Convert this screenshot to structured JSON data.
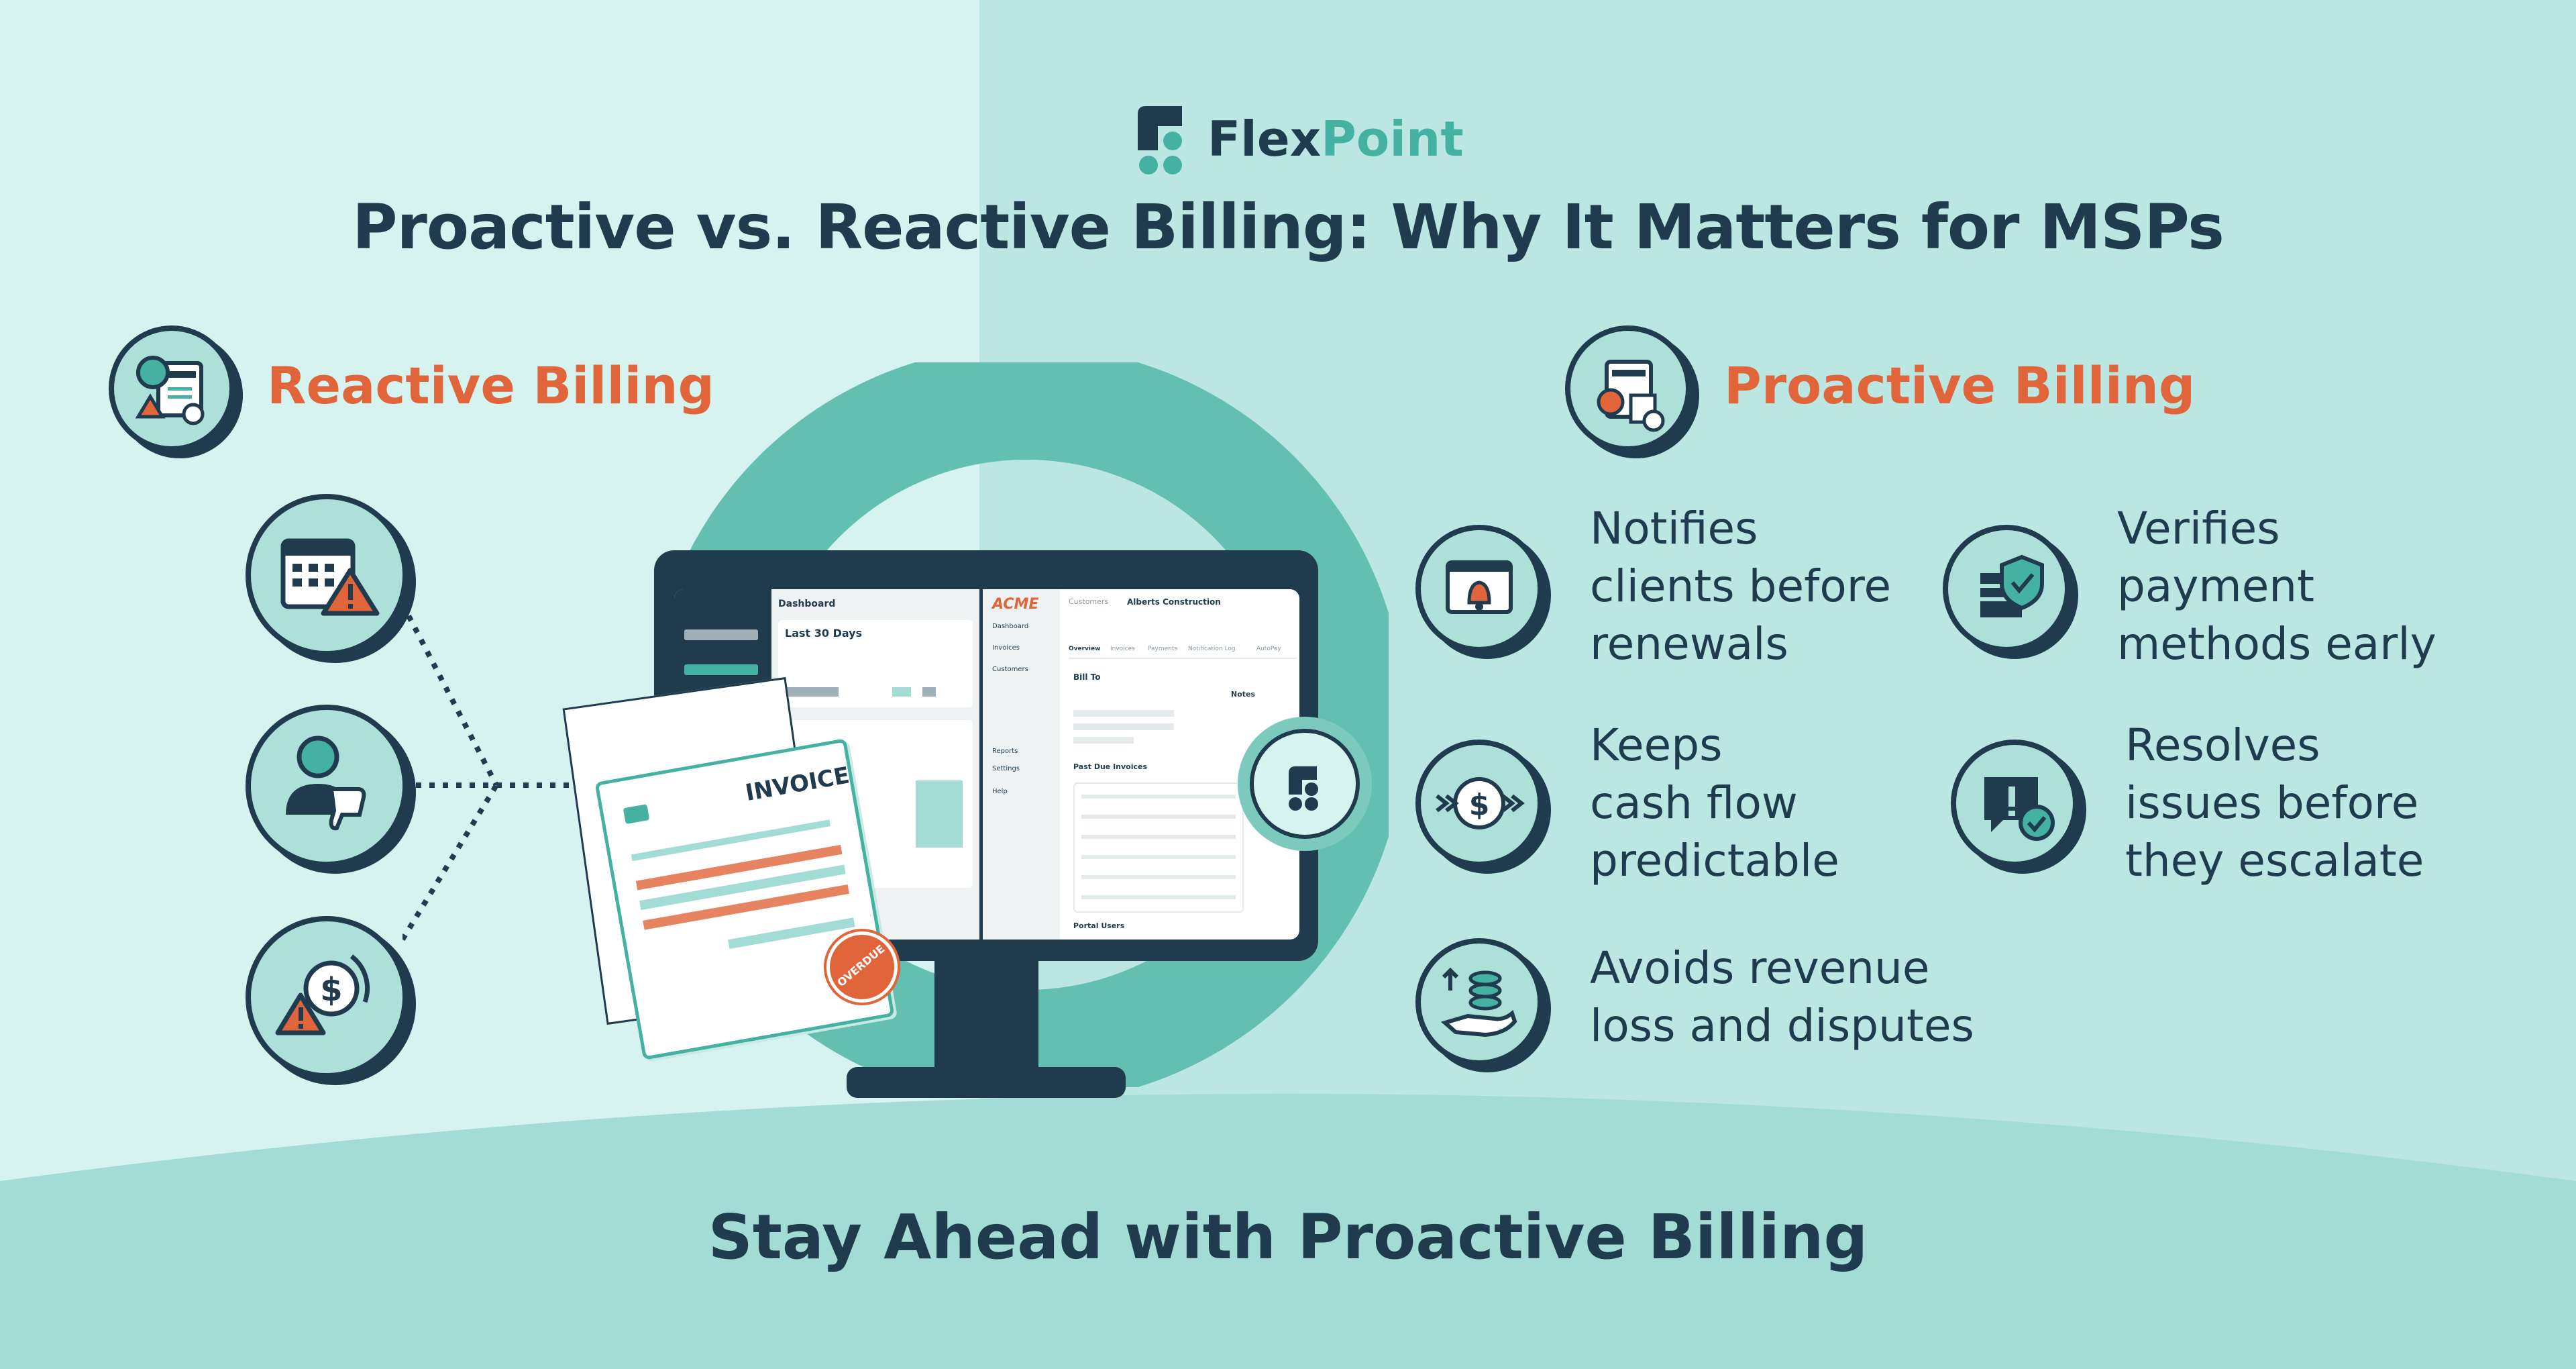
{
  "brand": {
    "name_part1": "Flex",
    "name_part2": "Point"
  },
  "title": "Proactive vs. Reactive Billing: Why It Matters for MSPs",
  "reactive": {
    "heading": "Reactive Billing"
  },
  "proactive": {
    "heading": "Proactive Billing",
    "features": [
      {
        "text_lines": [
          "Notifies",
          "clients before",
          "renewals"
        ],
        "icon": "notification-bell-icon"
      },
      {
        "text_lines": [
          "Verifies",
          "payment",
          "methods early"
        ],
        "icon": "verified-card-shield-icon"
      },
      {
        "text_lines": [
          "Keeps",
          "cash flow",
          "predictable"
        ],
        "icon": "dollar-flow-icon"
      },
      {
        "text_lines": [
          "Resolves",
          "issues before",
          "they escalate"
        ],
        "icon": "alert-resolved-icon"
      },
      {
        "text_lines": [
          "Avoids revenue",
          "loss and disputes"
        ],
        "icon": "hand-coins-icon"
      }
    ]
  },
  "screen": {
    "left_panel": {
      "title": "Dashboard",
      "subtitle": "Last 30 Days"
    },
    "right_panel": {
      "logo": "ACME",
      "breadcrumb": "Customers",
      "customer": "Alberts Construction",
      "tabs": [
        "Overview",
        "Invoices",
        "Payments",
        "Notification Log",
        "AutoPay"
      ],
      "bill_to": "Bill To",
      "notes": "Notes",
      "past_due": "Past Due Invoices",
      "portal_users": "Portal Users",
      "nav": [
        "Dashboard",
        "Invoices",
        "Customers",
        "Reports",
        "Settings",
        "Help"
      ]
    }
  },
  "invoice": {
    "label": "INVOICE",
    "stamp": "OVERDUE"
  },
  "footer": "Stay Ahead with Proactive Billing",
  "colors": {
    "navy": "#1f3b4d",
    "teal": "#45b1a2",
    "orange": "#e0653a",
    "bg_left": "#d6f3ef",
    "bg_right": "#bbe6e1",
    "band": "#a3dcd5"
  }
}
